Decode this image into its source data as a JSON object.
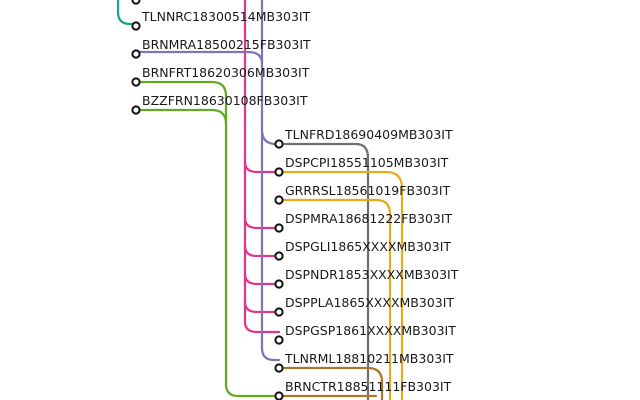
{
  "colors": {
    "teal": "#1aa58c",
    "magenta": "#e0358d",
    "purple": "#7f74b8",
    "green": "#64a91f",
    "gray": "#707070",
    "gold": "#e6ad1b",
    "brown": "#a8782a",
    "node_fill": "#ffffff",
    "node_stroke": "#111111",
    "text": "#1a1a1a"
  },
  "nodes": [
    {
      "id": "n0",
      "label": ""
    },
    {
      "id": "n1",
      "label": "TLNNRC18300514MB303IT"
    },
    {
      "id": "n2",
      "label": "BRNMRA18500215FB303IT"
    },
    {
      "id": "n3",
      "label": "BRNFRT18620306MB303IT"
    },
    {
      "id": "n4",
      "label": "BZZFRN18630108FB303IT"
    },
    {
      "id": "n5",
      "label": "TLNFRD18690409MB303IT"
    },
    {
      "id": "n6",
      "label": "DSPCPI18551105MB303IT"
    },
    {
      "id": "n7",
      "label": "GRRRSL18561019FB303IT"
    },
    {
      "id": "n8",
      "label": "DSPMRA18681222FB303IT"
    },
    {
      "id": "n9",
      "label": "DSPGLI1865XXXXMB303IT"
    },
    {
      "id": "n10",
      "label": "DSPNDR1853XXXXMB303IT"
    },
    {
      "id": "n11",
      "label": "DSPPLA1865XXXXMB303IT"
    },
    {
      "id": "n12",
      "label": "DSPGSP1861XXXXMB303IT"
    },
    {
      "id": "n13",
      "label": "TLNRML18810211MB303IT"
    },
    {
      "id": "n14",
      "label": "BRNCTR18851111FB303IT"
    }
  ]
}
